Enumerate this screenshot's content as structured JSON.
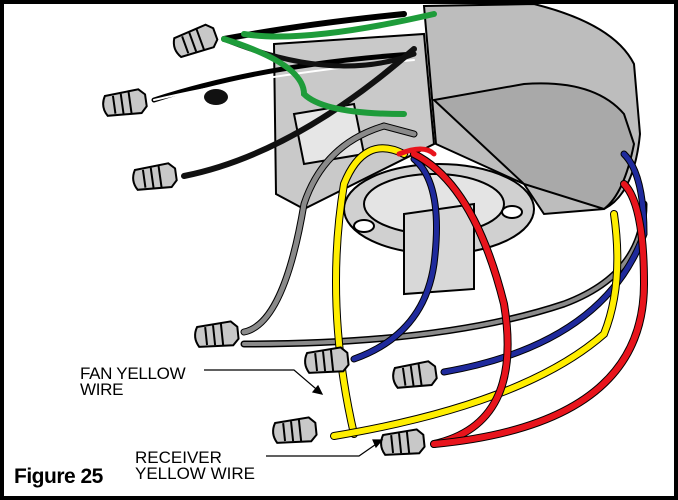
{
  "figure": {
    "number_label": "Figure 25"
  },
  "callouts": {
    "fan_yellow": {
      "line1": "FAN YELLOW",
      "line2": "WIRE"
    },
    "receiver_yellow": {
      "line1": "RECEIVER",
      "line2": "YELLOW WIRE"
    }
  },
  "colors": {
    "frame": "#000000",
    "housing": "#bdbdbd",
    "housing_dark": "#8c8c8c",
    "wire_yellow": "#ffee00",
    "wire_red": "#e8141c",
    "wire_blue": "#1f2a9c",
    "wire_gray": "#8a8a8a",
    "wire_green": "#1e9c3a",
    "wire_black": "#111111",
    "connector": "#c8c8c8"
  }
}
